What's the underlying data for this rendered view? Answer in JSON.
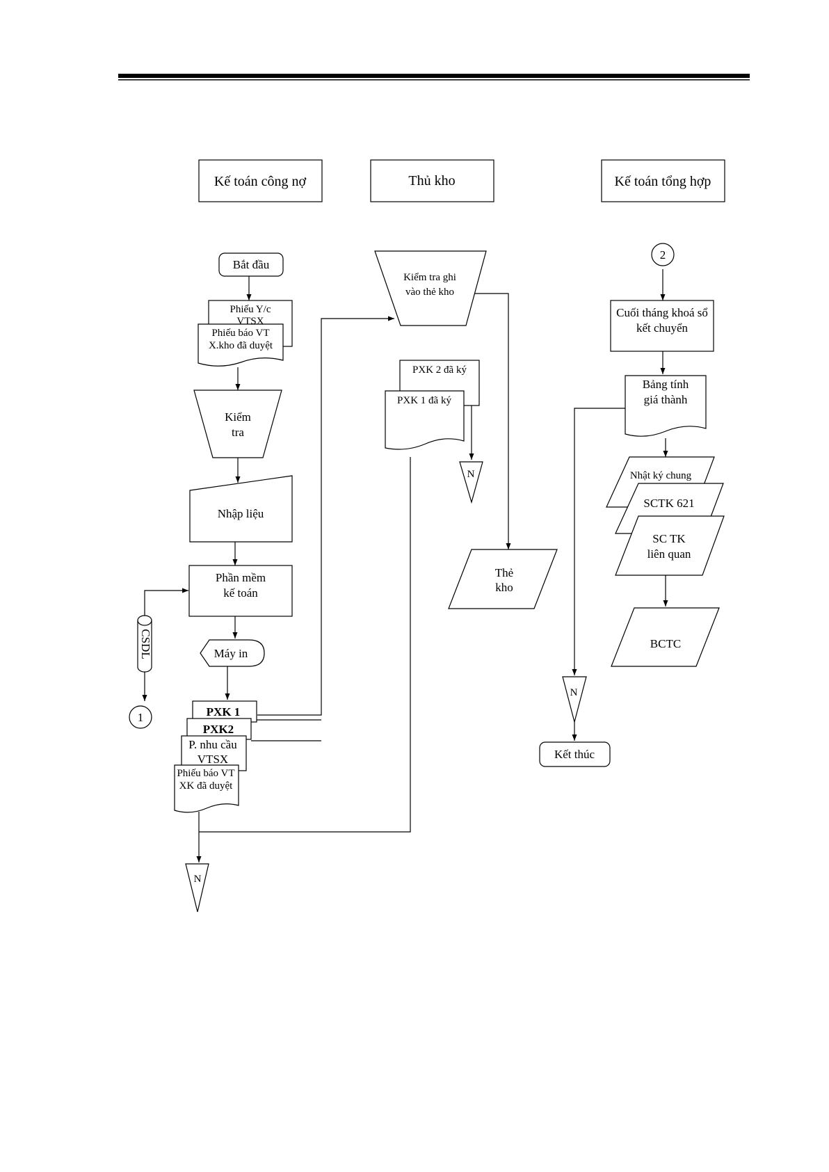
{
  "lanes": {
    "accounts_payable": "Kế toán công nợ",
    "storekeeper": "Thủ kho",
    "general_accounting": "Kế toán tổng hợp"
  },
  "nodes": {
    "start": "Bắt đầu",
    "req_l1": "Phiếu Y/c",
    "req_l2": "VTSX",
    "notice1_l1": "Phiếu báo VT",
    "notice1_l2": "X.kho đã duyệt",
    "check_l1": "Kiểm",
    "check_l2": "tra",
    "data_entry": "Nhập liệu",
    "software_l1": "Phần mềm",
    "software_l2": "kế toán",
    "database": "CSDL",
    "connector_1": "1",
    "printer": "Máy in",
    "pxk1": "PXK 1",
    "pxk2": "PXK2",
    "need_l1": "P. nhu cầu",
    "need_l2": "VTSX",
    "notice2_l1": "Phiếu báo  VT",
    "notice2_l2": "XK đã duyệt",
    "file_n": "N",
    "sk_check_l1": "Kiểm tra ghi",
    "sk_check_l2": "vào thẻ kho",
    "pxk2_signed": "PXK 2 đã ký",
    "pxk1_signed": "PXK 1 đã ký",
    "stock_card_l1": "Thẻ",
    "stock_card_l2": "kho",
    "connector_2": "2",
    "closing_l1": "Cuối tháng khoá sổ",
    "closing_l2": "kết chuyển",
    "costing_l1": "Bảng tính",
    "costing_l2": "giá thành",
    "journal": "Nhật ký chung",
    "sctk621": "SCTK 621",
    "sctk_rel_l1": "SC TK",
    "sctk_rel_l2": "liên quan",
    "bctc": "BCTC",
    "end": "Kết thúc"
  }
}
